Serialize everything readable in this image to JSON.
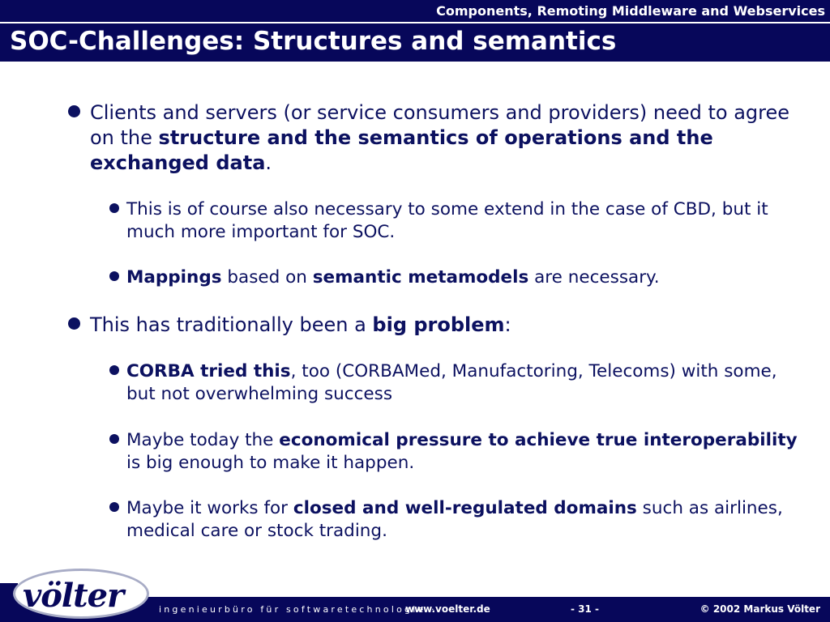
{
  "header": {
    "subtitle": "Components, Remoting Middleware and Webservices",
    "title": "SOC-Challenges: Structures and semantics"
  },
  "bullets": {
    "b1": {
      "t1": "Clients and servers (or service consumers and providers) need to agree on the ",
      "t2": "structure and the semantics of operations and the exchanged data",
      "t3": "."
    },
    "b1_1": {
      "t1": "This is of course also necessary to some extend in the case of CBD, but it much more important for SOC."
    },
    "b1_2": {
      "t1": "Mappings",
      "t2": " based on ",
      "t3": "semantic metamodels",
      "t4": " are necessary."
    },
    "b2": {
      "t1": "This has traditionally been a ",
      "t2": "big problem",
      "t3": ":"
    },
    "b2_1": {
      "t1": "CORBA tried this",
      "t2": ", too (CORBAMed, Manufactoring, Telecoms) with some, but not overwhelming success"
    },
    "b2_2": {
      "t1": "Maybe today the ",
      "t2": "economical pressure to achieve true interoperability",
      "t3": " is big enough to make it happen."
    },
    "b2_3": {
      "t1": "Maybe it works for ",
      "t2": "closed and well-regulated domains",
      "t3": " such as airlines, medical care or stock trading."
    }
  },
  "footer": {
    "logo": "völter",
    "tagline": "ingenieurbüro für softwaretechnologie ·",
    "url": "www.voelter.de",
    "page": "- 31 -",
    "copyright": "© 2002 Markus Völter"
  },
  "colors": {
    "primary": "#07075a",
    "text": "#0c1160"
  }
}
